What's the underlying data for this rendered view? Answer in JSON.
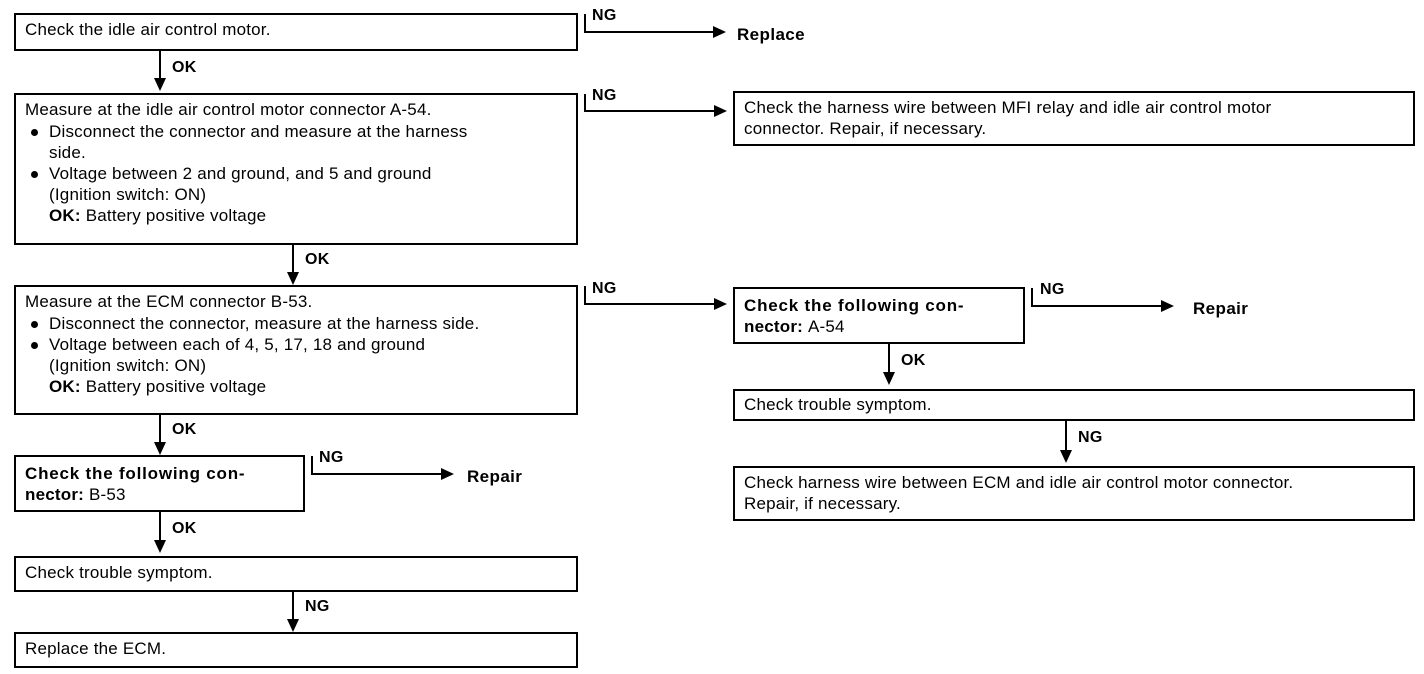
{
  "diagram": {
    "title": "Idle air control motor circuit troubleshooting flowchart",
    "labels": {
      "ok": "OK",
      "ng": "NG"
    },
    "nodes": {
      "check_motor": {
        "text": "Check the idle air control motor."
      },
      "replace_top": {
        "text": "Replace"
      },
      "measure_a54": {
        "title": "Measure at the idle air control motor connector A-54.",
        "bullets": [
          {
            "line1": "Disconnect the connector and measure at the harness",
            "line2": "side."
          },
          {
            "line1": "Voltage between 2 and ground, and 5 and ground",
            "line2": "(Ignition switch: ON)",
            "ok_label": "OK:",
            "ok_text": "Battery positive voltage"
          }
        ]
      },
      "harness_mfi": {
        "line1": "Check the harness wire between MFI relay and idle air control motor",
        "line2": "connector. Repair, if necessary."
      },
      "measure_b53": {
        "title": "Measure at the ECM connector B-53.",
        "bullets": [
          {
            "line1": "Disconnect the connector, measure at the harness side."
          },
          {
            "line1": "Voltage between each of 4, 5, 17, 18 and ground",
            "line2": "(Ignition switch: ON)",
            "ok_label": "OK:",
            "ok_text": "Battery positive voltage"
          }
        ]
      },
      "connector_b53": {
        "line1": "Check the following con-",
        "line2_label": "nector:",
        "line2_value": "B-53"
      },
      "repair_left": {
        "text": "Repair"
      },
      "trouble_left": {
        "text": "Check trouble symptom."
      },
      "replace_ecm": {
        "text": "Replace the ECM."
      },
      "connector_a54": {
        "line1": "Check the following con-",
        "line2_label": "nector:",
        "line2_value": "A-54"
      },
      "repair_right": {
        "text": "Repair"
      },
      "trouble_right": {
        "text": "Check trouble symptom."
      },
      "harness_ecm": {
        "line1": "Check harness wire between ECM and idle air control motor connector.",
        "line2": "Repair, if necessary."
      }
    },
    "edges": [
      {
        "from": "check_motor",
        "to": "replace_top",
        "label": "NG"
      },
      {
        "from": "check_motor",
        "to": "measure_a54",
        "label": "OK"
      },
      {
        "from": "measure_a54",
        "to": "harness_mfi",
        "label": "NG"
      },
      {
        "from": "measure_a54",
        "to": "measure_b53",
        "label": "OK"
      },
      {
        "from": "measure_b53",
        "to": "connector_a54",
        "label": "NG"
      },
      {
        "from": "measure_b53",
        "to": "connector_b53",
        "label": "OK"
      },
      {
        "from": "connector_b53",
        "to": "repair_left",
        "label": "NG"
      },
      {
        "from": "connector_b53",
        "to": "trouble_left",
        "label": "OK"
      },
      {
        "from": "trouble_left",
        "to": "replace_ecm",
        "label": "NG"
      },
      {
        "from": "connector_a54",
        "to": "repair_right",
        "label": "NG"
      },
      {
        "from": "connector_a54",
        "to": "trouble_right",
        "label": "OK"
      },
      {
        "from": "trouble_right",
        "to": "harness_ecm",
        "label": "NG"
      }
    ],
    "colors": {
      "line": "#000000",
      "background": "#ffffff",
      "text": "#000000"
    }
  }
}
